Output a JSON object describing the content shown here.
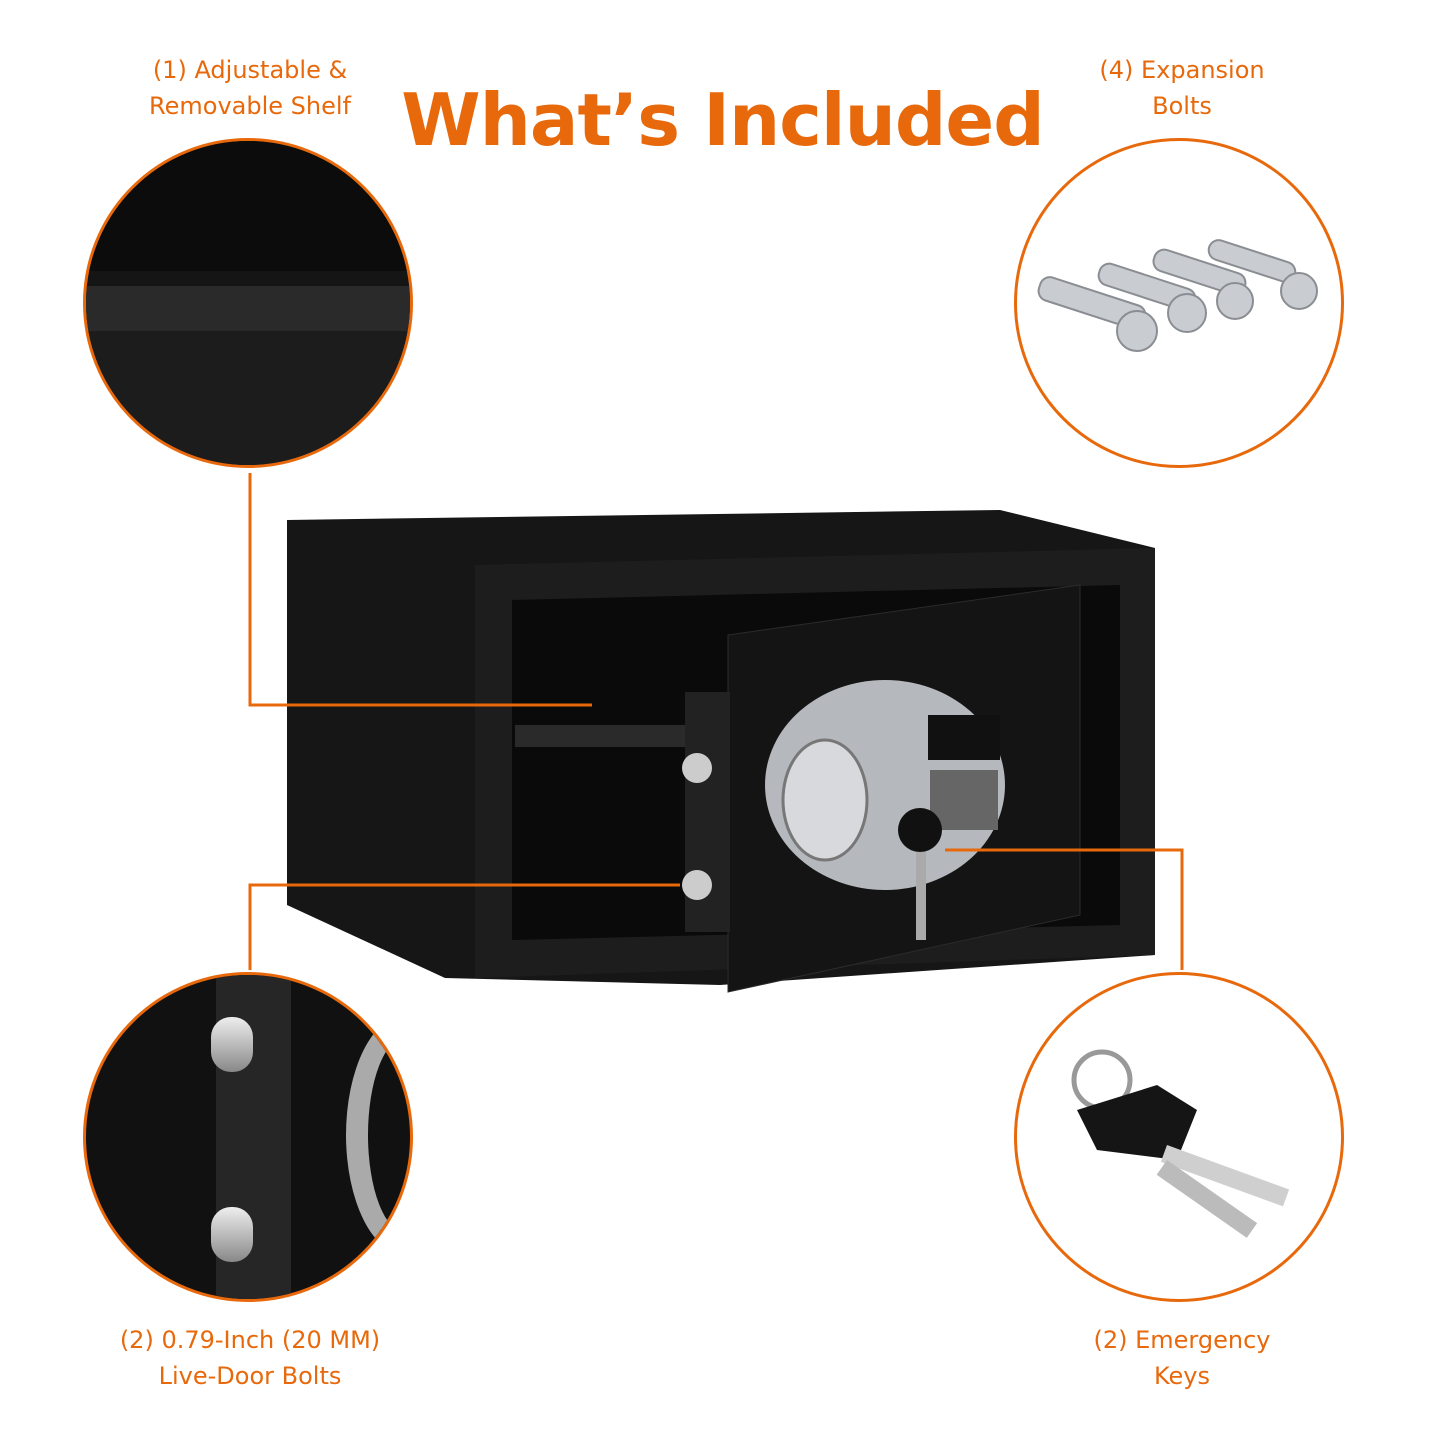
{
  "title": "What’s Included",
  "accent_color": "#E8690B",
  "callouts": [
    {
      "line1": "(1) Adjustable &",
      "line2": "Removable Shelf",
      "icon": "shelf-closeup"
    },
    {
      "line1": "(4) Expansion",
      "line2": "Bolts",
      "icon": "expansion-bolts"
    },
    {
      "line1": "(2) 0.79-Inch (20 MM)",
      "line2": "Live-Door Bolts",
      "icon": "door-bolts-closeup"
    },
    {
      "line1": "(2) Emergency",
      "line2": "Keys",
      "icon": "keys"
    }
  ]
}
